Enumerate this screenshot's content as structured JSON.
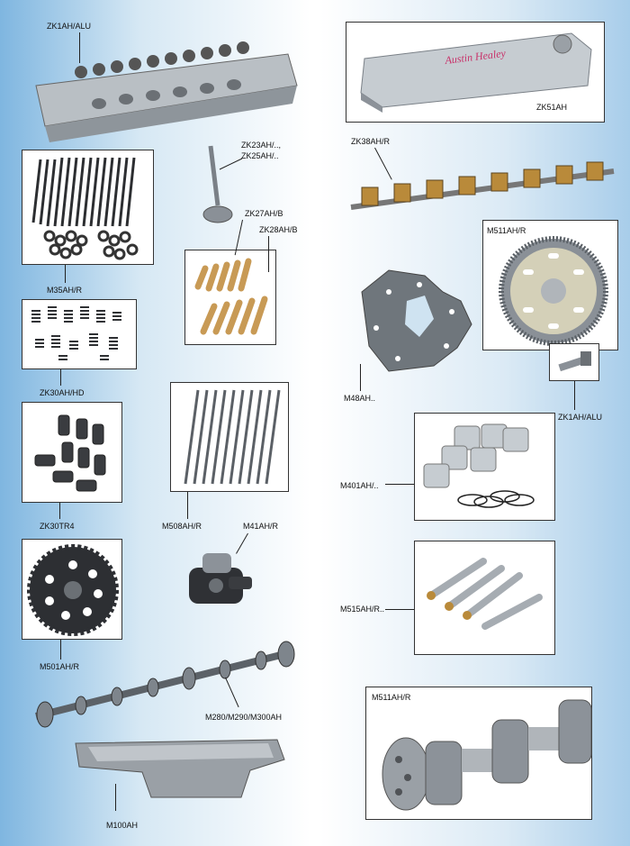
{
  "labels": {
    "zk1ah_alu_top": "ZK1AH/ALU",
    "zk23ah": "ZK23AH/..,",
    "zk25ah": "ZK25AH/..",
    "zk27ah": "ZK27AH/B",
    "zk28ah": "ZK28AH/B",
    "m35ah": "M35AH/R",
    "zk30ah_hd": "ZK30AH/HD",
    "zk30tr4": "ZK30TR4",
    "m508ah": "M508AH/R",
    "m41ah": "M41AH/R",
    "m501ah": "M501AH/R",
    "m280": "M280/M290/M300AH",
    "m100ah": "M100AH",
    "zk51ah": "ZK51AH",
    "zk38ah": "ZK38AH/R",
    "m511ah_flywheel": "M511AH/R",
    "m48ah": "M48AH..",
    "zk1ah_alu_bolt": "ZK1AH/ALU",
    "m401ah": "M401AH/..",
    "m515ah": "M515AH/R..",
    "m511ah_crank": "M511AH/R"
  },
  "rocker_cover_script": "Austin Healey",
  "colors": {
    "steel": "#9aa3ab",
    "dark": "#3a3c40",
    "bronze": "#c89a55",
    "gold": "#b98a3a",
    "red": "#c8326a"
  }
}
